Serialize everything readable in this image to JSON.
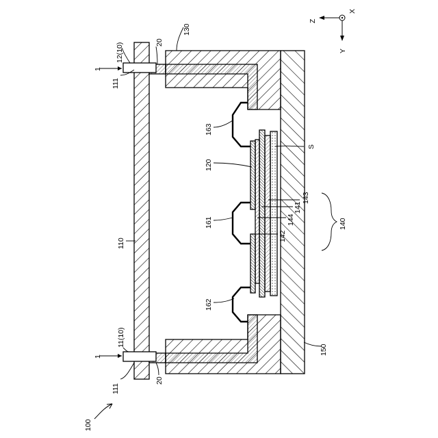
{
  "figure": {
    "labels": {
      "device": "100",
      "cover_plate": "110",
      "frame": "130",
      "base": "150",
      "chip": "120",
      "stack": "140",
      "layer_142": "142",
      "layer_144": "144",
      "layer_141": "141",
      "layer_143": "143",
      "substrate": "S",
      "wire_161": "161",
      "wire_162": "162",
      "wire_163": "163",
      "spacer_11": "11(10)",
      "spacer_12": "12(10)",
      "pad_111_top": "111",
      "pad_111_bottom": "111",
      "adhesive_top": "20",
      "adhesive_bottom": "20",
      "marker_top": "1",
      "marker_bottom": "1"
    },
    "axes": {
      "z": "Z",
      "x": "X",
      "y": "Y"
    }
  }
}
